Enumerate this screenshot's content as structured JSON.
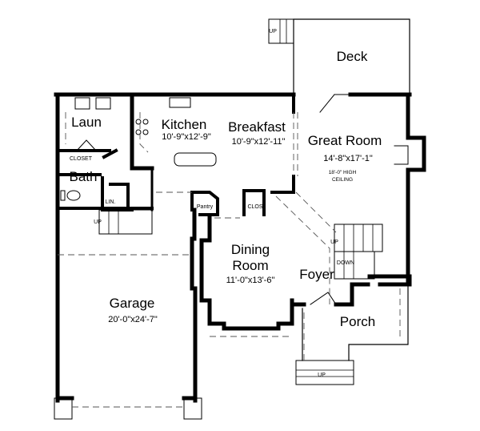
{
  "plan": {
    "rooms": [
      {
        "id": "deck",
        "name": "Deck",
        "dims": ""
      },
      {
        "id": "laundry",
        "name": "Laun",
        "dims": ""
      },
      {
        "id": "kitchen",
        "name": "Kitchen",
        "dims": "10'-9\"x12'-9\""
      },
      {
        "id": "breakfast",
        "name": "Breakfast",
        "dims": "10'-9\"x12'-11\""
      },
      {
        "id": "great-room",
        "name": "Great Room",
        "dims": "14'-8\"x17'-1\"",
        "note_line1": "18'-0\" HIGH",
        "note_line2": "CEILING"
      },
      {
        "id": "bath",
        "name": "Bath",
        "dims": ""
      },
      {
        "id": "dining",
        "name_line1": "Dining",
        "name_line2": "Room",
        "dims": "11'-0\"x13'-6\""
      },
      {
        "id": "foyer",
        "name": "Foyer",
        "dims": ""
      },
      {
        "id": "garage",
        "name": "Garage",
        "dims": "20'-0\"x24'-7\""
      },
      {
        "id": "porch",
        "name": "Porch",
        "dims": ""
      }
    ],
    "small_labels": {
      "closet": "CLOSET",
      "linen": "LIN.",
      "pantry": "Pantry",
      "clos": "CLOS",
      "up": "UP",
      "down": "DOWN"
    },
    "colors": {
      "ink": "#000000",
      "paper": "#ffffff",
      "dash": "#555555"
    }
  }
}
